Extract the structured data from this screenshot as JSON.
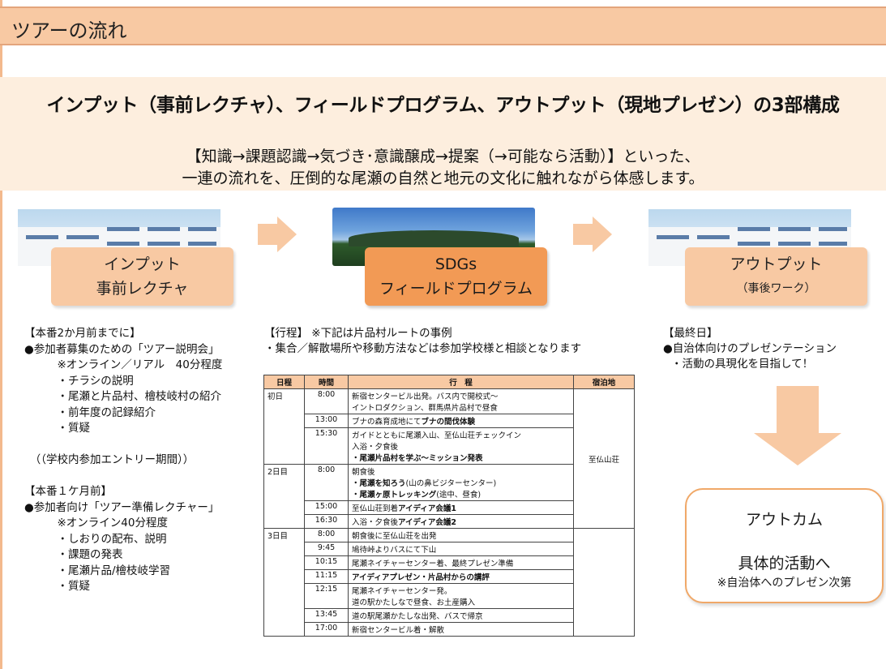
{
  "header": {
    "title": "ツアーの流れ"
  },
  "summary": {
    "title": "インプット（事前レクチャ）、フィールドプログラム、アウトプット（現地プレゼン）の3部構成",
    "line1": "【知識→課題認識→気づき･意識醸成→提案（→可能なら活動）】といった、",
    "line2": "一連の流れを、圧倒的な尾瀬の自然と地元の文化に触れながら体感します。"
  },
  "stages": {
    "input": {
      "line1": "インプット",
      "line2": "事前レクチャ"
    },
    "field": {
      "line1": "SDGs",
      "line2": "フィールドプログラム"
    },
    "output": {
      "line1": "アウトプット",
      "line2": "（事後ワーク）"
    }
  },
  "left_column": {
    "text": "【本番2か月前までに】\n●参加者募集のための「ツアー説明会」\n　　　※オンライン／リアル　40分程度\n　　　・チラシの説明\n　　　・尾瀬と片品村、檜枝岐村の紹介\n　　　・前年度の記録紹介\n　　　・質疑\n\n　（（学校内参加エントリー期間））\n\n【本番１ケ月前】\n●参加者向け「ツアー準備レクチャー」\n　　　※オンライン40分程度\n　　　・しおりの配布、説明\n　　　・課題の発表\n　　　・尾瀬片品/檜枝岐学習\n　　　・質疑"
  },
  "middle_column": {
    "note1": "【行程】 ※下記は片品村ルートの事例",
    "note2": "・集合／解散場所や移動方法などは参加学校様と相談となります"
  },
  "schedule": {
    "headers": {
      "day": "日程",
      "time": "時間",
      "itinerary": "行　程",
      "lodging": "宿泊地"
    },
    "lodging": "至仏山荘",
    "day1": "初日",
    "day2": "2日目",
    "day3": "3日目",
    "r1": {
      "time": "8:00",
      "l1": "新宿センタービル出発。バス内で開校式～",
      "l2": "イントロダクション、群馬県片品村で昼食"
    },
    "r2": {
      "time": "13:00",
      "pre": "ブナの森育成地にて",
      "bold": "ブナの間伐体験"
    },
    "r3": {
      "time": "15:30",
      "l1": "ガイドとともに尾瀬入山、至仏山荘チェックイン",
      "l2": "入浴・夕食後",
      "l3": "・尾瀬片品村を学ぶ～ミッション発表"
    },
    "r4": {
      "time": "8:00",
      "l1": "朝食後",
      "l2b": "・尾瀬を知ろう",
      "l2": "(山の鼻ビジターセンター)",
      "l3b": "・尾瀬ヶ原トレッキング",
      "l3": "(途中、昼食)"
    },
    "r5": {
      "time": "15:00",
      "pre": "至仏山荘到着",
      "bold": "アイディア会議1"
    },
    "r6": {
      "time": "16:30",
      "pre": "入浴・夕食後",
      "bold": "アイディア会議2"
    },
    "r7": {
      "time": "8:00",
      "text": "朝食後に至仏山荘を出発"
    },
    "r8": {
      "time": "9:45",
      "text": "鳩待峠よりバスにて下山"
    },
    "r9": {
      "time": "10:15",
      "text": "尾瀬ネイチャーセンター着、最終プレゼン準備"
    },
    "r10": {
      "time": "11:15",
      "bold": "アイディアプレゼン・片品村からの講評"
    },
    "r11": {
      "time": "12:15",
      "l1": "尾瀬ネイチャーセンター発。",
      "l2": "道の駅かたしなで昼食、お土産購入"
    },
    "r12": {
      "time": "13:45",
      "text": "道の駅尾瀬かたしな出発、バスで帰京"
    },
    "r13": {
      "time": "17:00",
      "text": "新宿センタービル着・解散"
    }
  },
  "right_column": {
    "heading": "【最終日】",
    "line1": "●自治体向けのプレゼンテーション",
    "line2": "・活動の具現化を目指して！"
  },
  "outcome": {
    "title": "アウトカム",
    "main": "具体的活動へ",
    "note": "※自治体へのプレゼン次第"
  }
}
